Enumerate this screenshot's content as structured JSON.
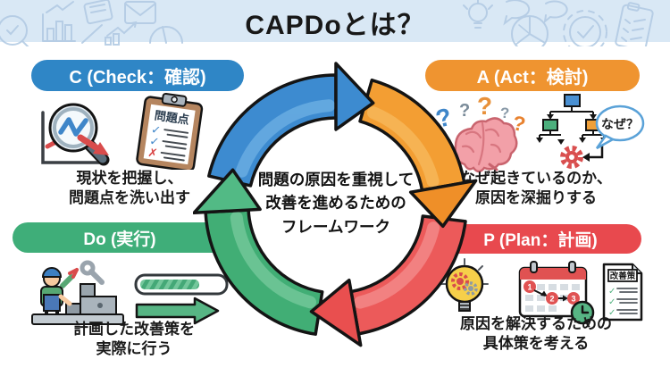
{
  "title": "CAPDoとは？",
  "center_text": {
    "line1": "問題の原因を重視して",
    "line2": "改善を進めるための",
    "line3": "フレームワーク"
  },
  "sections": {
    "check": {
      "label": "C (Check：確認)",
      "desc_line1": "現状を把握し、",
      "desc_line2": "問題点を洗い出す",
      "clipboard_title": "問題点"
    },
    "act": {
      "label": "A (Act：検討)",
      "desc_line1": "なぜ起きているのか、",
      "desc_line2": "原因を深掘りする",
      "bubble_text": "なぜ？"
    },
    "do": {
      "label": "Do (実行)",
      "desc_line1": "計画した改善策を",
      "desc_line2": "実際に行う"
    },
    "plan": {
      "label": "P (Plan：計画)",
      "desc_line1": "原因を解決するための",
      "desc_line2": "具体策を考える",
      "doc_title": "改善策",
      "steps": [
        "1",
        "2",
        "3"
      ]
    }
  },
  "colors": {
    "check_blue": "#2f86c6",
    "act_orange": "#ef9430",
    "do_green": "#3fae79",
    "plan_red": "#e8494e",
    "band_background": "#d9e8f5",
    "outline_black": "#141414"
  }
}
